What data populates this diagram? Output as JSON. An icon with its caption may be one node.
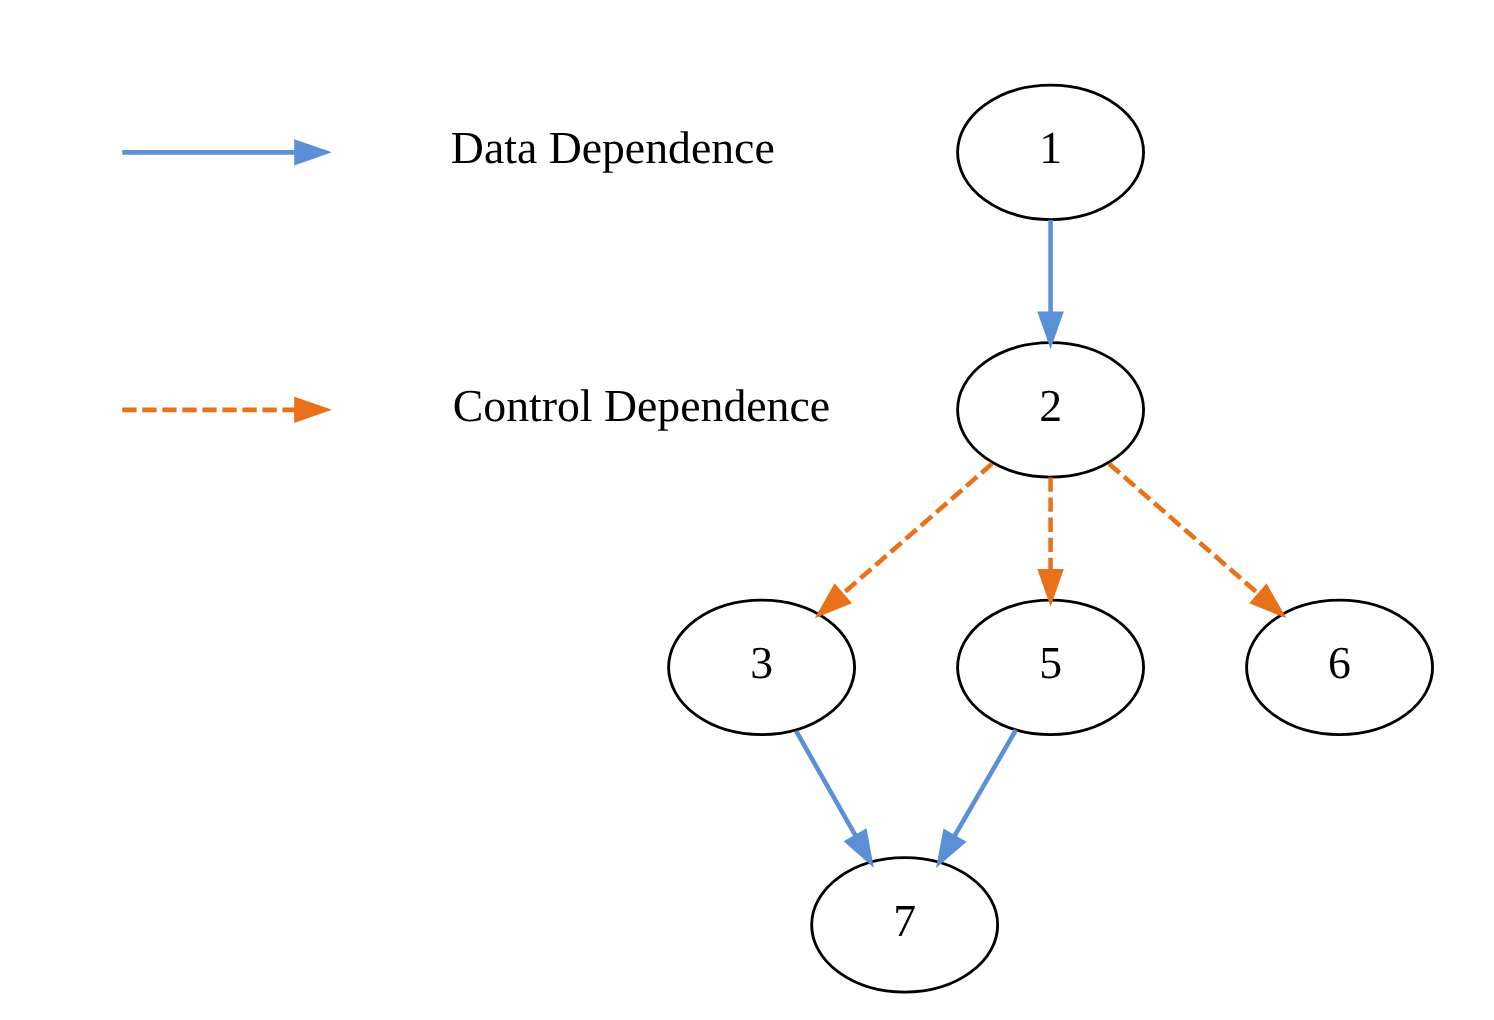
{
  "diagram": {
    "nodes": [
      {
        "text": [
          "1"
        ]
      },
      {
        "text": [
          "2"
        ]
      },
      {
        "text": [
          "3"
        ]
      },
      {
        "text": [
          "5"
        ]
      },
      {
        "text": [
          "6"
        ]
      },
      {
        "text": [
          "7"
        ]
      }
    ],
    "edges": [
      {
        "from": 0,
        "to": 1,
        "arrow": "to",
        "color": "#5b8fd6"
      },
      {
        "from": 1,
        "to": 2,
        "arrow": "to",
        "style": "dashed",
        "color": "#e8711a"
      },
      {
        "from": 1,
        "to": 3,
        "arrow": "to",
        "style": "dashed",
        "color": "#e8711a"
      },
      {
        "from": 1,
        "to": 4,
        "arrow": "to",
        "style": "dashed",
        "color": "#e8711a"
      },
      {
        "from": 2,
        "to": 5,
        "arrow": "to",
        "color": "#5b8fd6"
      },
      {
        "from": 3,
        "to": 5,
        "arrow": "to",
        "color": "#5b8fd6"
      }
    ],
    "legend": [
      {
        "text": "Data Dependence"
      },
      {
        "text": "Control Dependence"
      }
    ]
  }
}
